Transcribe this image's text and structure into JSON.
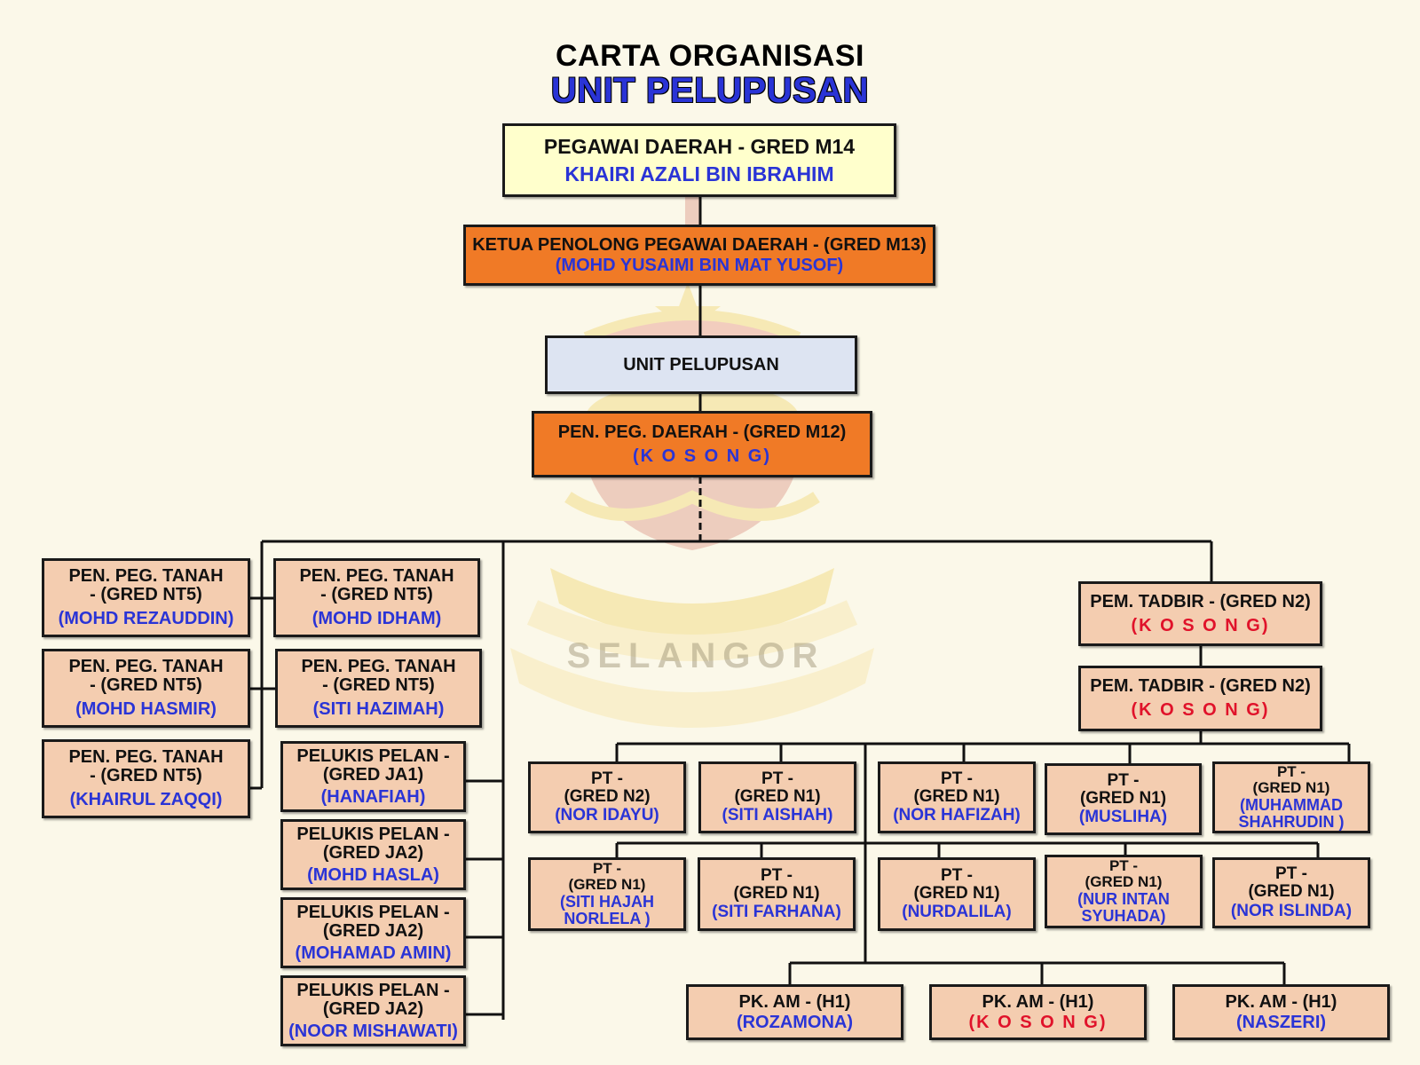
{
  "title": {
    "line1": "CARTA ORGANISASI",
    "line2": "UNIT PELUPUSAN"
  },
  "watermark": {
    "text": "SELANGOR",
    "icon": "selangor-crest-icon"
  },
  "colors": {
    "background": "#fbf8e9",
    "box_peach": "#f4cdb0",
    "box_yellow": "#ffffcc",
    "box_orange": "#f07a26",
    "box_blue": "#dde4f2",
    "name_blue": "#2a34d6",
    "vacant_red": "#e0122a"
  },
  "boxes": {
    "pegawai_daerah": {
      "role": "PEGAWAI DAERAH - GRED M14",
      "name": "KHAIRI AZALI BIN IBRAHIM"
    },
    "ketua_penolong": {
      "role": "KETUA PENOLONG PEGAWAI DAERAH - (GRED M13)",
      "name": "(MOHD YUSAIMI BIN MAT YUSOF)"
    },
    "unit": {
      "role": "UNIT PELUPUSAN"
    },
    "pen_peg_daerah": {
      "role": "PEN. PEG. DAERAH - (GRED M12)",
      "name": "(K O S O N G)"
    },
    "ppt_1": {
      "role": "PEN. PEG. TANAH\n- (GRED NT5)",
      "name": "(MOHD REZAUDDIN)"
    },
    "ppt_2": {
      "role": "PEN. PEG. TANAH\n- (GRED NT5)",
      "name": "(MOHD HASMIR)"
    },
    "ppt_3": {
      "role": "PEN. PEG. TANAH\n- (GRED NT5)",
      "name": "(KHAIRUL ZAQQI)"
    },
    "ppt_4": {
      "role": "PEN. PEG. TANAH\n- (GRED NT5)",
      "name": "(MOHD IDHAM)"
    },
    "ppt_5": {
      "role": "PEN. PEG. TANAH\n- (GRED NT5)",
      "name": "(SITI HAZIMAH)"
    },
    "pp_1": {
      "role": "PELUKIS PELAN -\n(GRED JA1)",
      "name": "(HANAFIAH)"
    },
    "pp_2": {
      "role": "PELUKIS PELAN -\n(GRED JA2)",
      "name": "(MOHD HASLA)"
    },
    "pp_3": {
      "role": "PELUKIS PELAN -\n(GRED JA2)",
      "name": "(MOHAMAD AMIN)"
    },
    "pp_4": {
      "role": "PELUKIS PELAN -\n(GRED JA2)",
      "name": "(NOOR MISHAWATI)"
    },
    "pem_1": {
      "role": "PEM. TADBIR - (GRED N2)",
      "name": "(K O S O N G)"
    },
    "pem_2": {
      "role": "PEM. TADBIR - (GRED N2)",
      "name": "(K O S O N G)"
    },
    "pt_1": {
      "role": "PT -\n(GRED N2)",
      "name": "(NOR IDAYU)"
    },
    "pt_2": {
      "role": "PT -\n(GRED N1)",
      "name": "(SITI AISHAH)"
    },
    "pt_3": {
      "role": "PT -\n(GRED N1)",
      "name": "(NOR HAFIZAH)"
    },
    "pt_4": {
      "role": "PT -\n(GRED N1)",
      "name": "(MUSLIHA)"
    },
    "pt_5": {
      "role": "PT -\n(GRED N1)",
      "name": "(MUHAMMAD\nSHAHRUDIN )"
    },
    "pt_6": {
      "role": "PT -\n(GRED N1)",
      "name": "(SITI HAJAH\nNORLELA )"
    },
    "pt_7": {
      "role": "PT -\n(GRED N1)",
      "name": "(SITI FARHANA)"
    },
    "pt_8": {
      "role": "PT -\n(GRED N1)",
      "name": "(NURDALILA)"
    },
    "pt_9": {
      "role": "PT -\n(GRED N1)",
      "name": "(NUR INTAN\nSYUHADA)"
    },
    "pt_10": {
      "role": "PT -\n(GRED N1)",
      "name": "(NOR ISLINDA)"
    },
    "pk_1": {
      "role": "PK. AM - (H1)",
      "name": "(ROZAMONA)"
    },
    "pk_2": {
      "role": "PK. AM - (H1)",
      "name": "(K O S O N G)"
    },
    "pk_3": {
      "role": "PK. AM - (H1)",
      "name": "(NASZERI)"
    }
  }
}
